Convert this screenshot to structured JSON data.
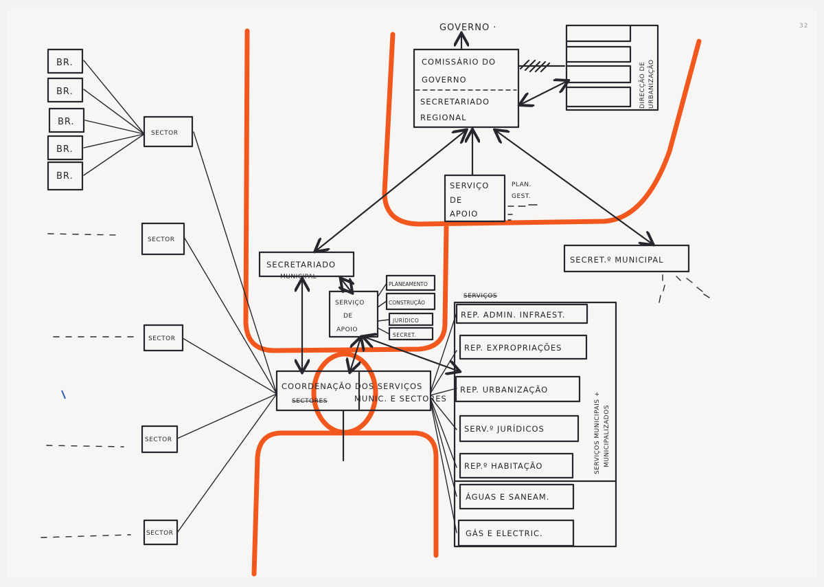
{
  "page_number": "32",
  "colors": {
    "ink": "#26262e",
    "marker": "#f2571d",
    "paper": "#f4f3f1"
  },
  "top": {
    "governo": "GOVERNO ·",
    "comissario": [
      "COMISSÁRIO DO",
      "GOVERNO"
    ],
    "secretariado_regional": [
      "SECRETARIADO",
      "REGIONAL"
    ],
    "direccao": [
      "DIRECÇÃO DE",
      "URBANIZAÇÃO"
    ],
    "servico_apoio": [
      "SERVIÇO",
      "DE",
      "APOIO"
    ],
    "servico_apoio_notes": [
      "PLAN.",
      "GEST."
    ],
    "secret_municipal": "SECRET.º MUNICIPAL"
  },
  "left": {
    "br_boxes": [
      "BR.",
      "BR.",
      "BR.",
      "BR.",
      "BR."
    ],
    "sector_boxes": [
      "SECTOR",
      "SECTOR",
      "SECTOR",
      "SECTOR",
      "SECTOR"
    ]
  },
  "center": {
    "secretariado_municipal": [
      "SECRETARIADO",
      "MUNICIPAL"
    ],
    "servico_apoio": [
      "SERVIÇO",
      "DE",
      "APOIO"
    ],
    "apoio_units": [
      "PLANEAMENTO",
      "CONSTRUÇÃO",
      "JURÍDICO",
      "SECRET."
    ],
    "coordenacao": [
      "COORDENAÇÃO DOS SERVIÇOS",
      "MUNIC. E SECTORES"
    ],
    "coordenacao_struck": "SECTORES"
  },
  "right": {
    "header_struck": "SERVIÇOS",
    "services": [
      "REP. ADMIN. INFRAEST.",
      "REP. EXPROPRIAÇÕES",
      "REP. URBANIZAÇÃO",
      "SERV.º JURÍDICOS",
      "REP.º HABITAÇÃO",
      "ÁGUAS E SANEAM.",
      "GÁS E ELECTRIC."
    ],
    "group_label": [
      "SERVIÇOS MUNICIPAIS +",
      "MUNICIPALIZADOS"
    ]
  }
}
